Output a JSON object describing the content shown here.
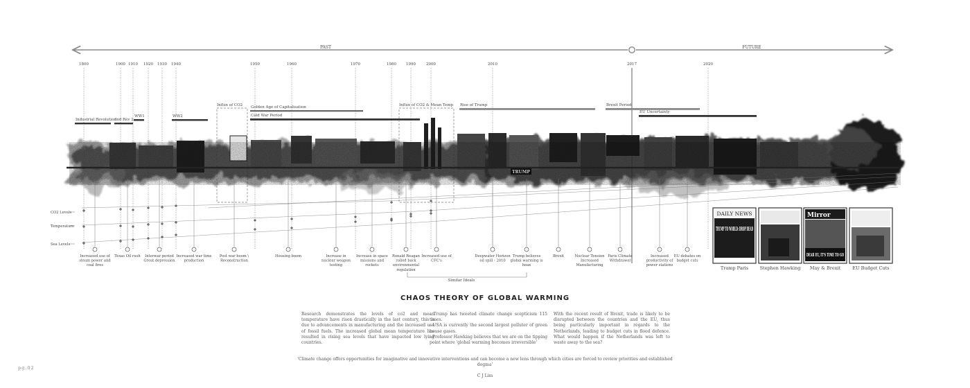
{
  "timeline": {
    "past_label": "PAST",
    "future_label": "FUTURE",
    "years": [
      "1800",
      "1900",
      "1910",
      "1920",
      "1930",
      "1940",
      "1950",
      "1960",
      "1970",
      "1980",
      "1990",
      "2000",
      "2010",
      "2017",
      "2020"
    ]
  },
  "periods": [
    {
      "label": "Industrial Revolution"
    },
    {
      "label": "Ind Rev 2"
    },
    {
      "label": "WW1"
    },
    {
      "label": "WW2"
    },
    {
      "label": "Influx of CO2"
    },
    {
      "label": "Golden Age of Capitalisation"
    },
    {
      "label": "Cold War Period"
    },
    {
      "label": "Influx of CO2 & Mean Temp"
    },
    {
      "label": "Rise of Trump"
    },
    {
      "label": "Brexit Period"
    },
    {
      "label": "EU Uncertainty"
    }
  ],
  "levels": [
    "CO2 Levels",
    "Temperature",
    "Sea Levels"
  ],
  "events": [
    {
      "label": "Increased use of steam power and coal fires"
    },
    {
      "label": "Texas Oil rush"
    },
    {
      "label": "Interwar period Great depression"
    },
    {
      "label": "Increased war time production"
    },
    {
      "label": "Post war boom \\ Reconstruction"
    },
    {
      "label": "Housing boom"
    },
    {
      "label": "Increase in nuclear weapon testing"
    },
    {
      "label": "Increase in space missions and rockets"
    },
    {
      "label": "Ronald Reagan rolled back environmental regulation"
    },
    {
      "label": "Increased use of CFC's"
    },
    {
      "label": "Deepwater Horizon oil spill - 2010"
    },
    {
      "label": "Trump believes global warming is hoax"
    },
    {
      "label": "Brexit"
    },
    {
      "label": "Nuclear Tension Increased Manufacturing"
    },
    {
      "label": "Paris Climate Withdrawel"
    },
    {
      "label": "Increased productivity of power stations"
    },
    {
      "label": "EU debates on budget cuts"
    }
  ],
  "similar_ideals_label": "Similar Ideals",
  "image_overlays": {
    "trump": "TRUMP"
  },
  "newspapers": [
    {
      "caption": "Tramp Paris",
      "masthead": "DAILY NEWS",
      "headline": "TRUMP TO WORLD: DROP DEAD"
    },
    {
      "caption": "Stephen Hawking",
      "masthead": "",
      "headline": ""
    },
    {
      "caption": "May & Brexit",
      "masthead": "Mirror",
      "headline": "DEAR EU, IT'S TIME TO GO"
    },
    {
      "caption": "EU Budget Cuts",
      "masthead": "",
      "headline": ""
    }
  ],
  "title": "CHAOS THEORY OF GLOBAL WARMING",
  "text_blocks": [
    "Research demonstrates the levels of co2 and mean temperature have risen drastically in the last century, this is due to advancements in manufacturing and the increased use of fossil fuels. The increased global mean temperature has resulted in rising sea levels that have impacted low lying countries.",
    "- Trump has tweeted climate change scepticism 115 times.\n- USA is currently the second largest polluter of green house gases.\n- Professor Hawking believes that we are on the tipping point where 'global warming becomes irreversible'",
    "With the recent result of Brexit, trade is likely to be disrupted between the countries and the EU, thus being particularly important in regards to the Netherlands, leading to budget cuts in flood defence. What would happen if the Netherlands was left to waste away to the sea?"
  ],
  "quote": "'Climate change offers opportunities for imaginative and innovative interventions and can become a new lens through which cities are forced to review priorities and established dogma'",
  "author": "C J Lim",
  "page_number": "pg.02"
}
